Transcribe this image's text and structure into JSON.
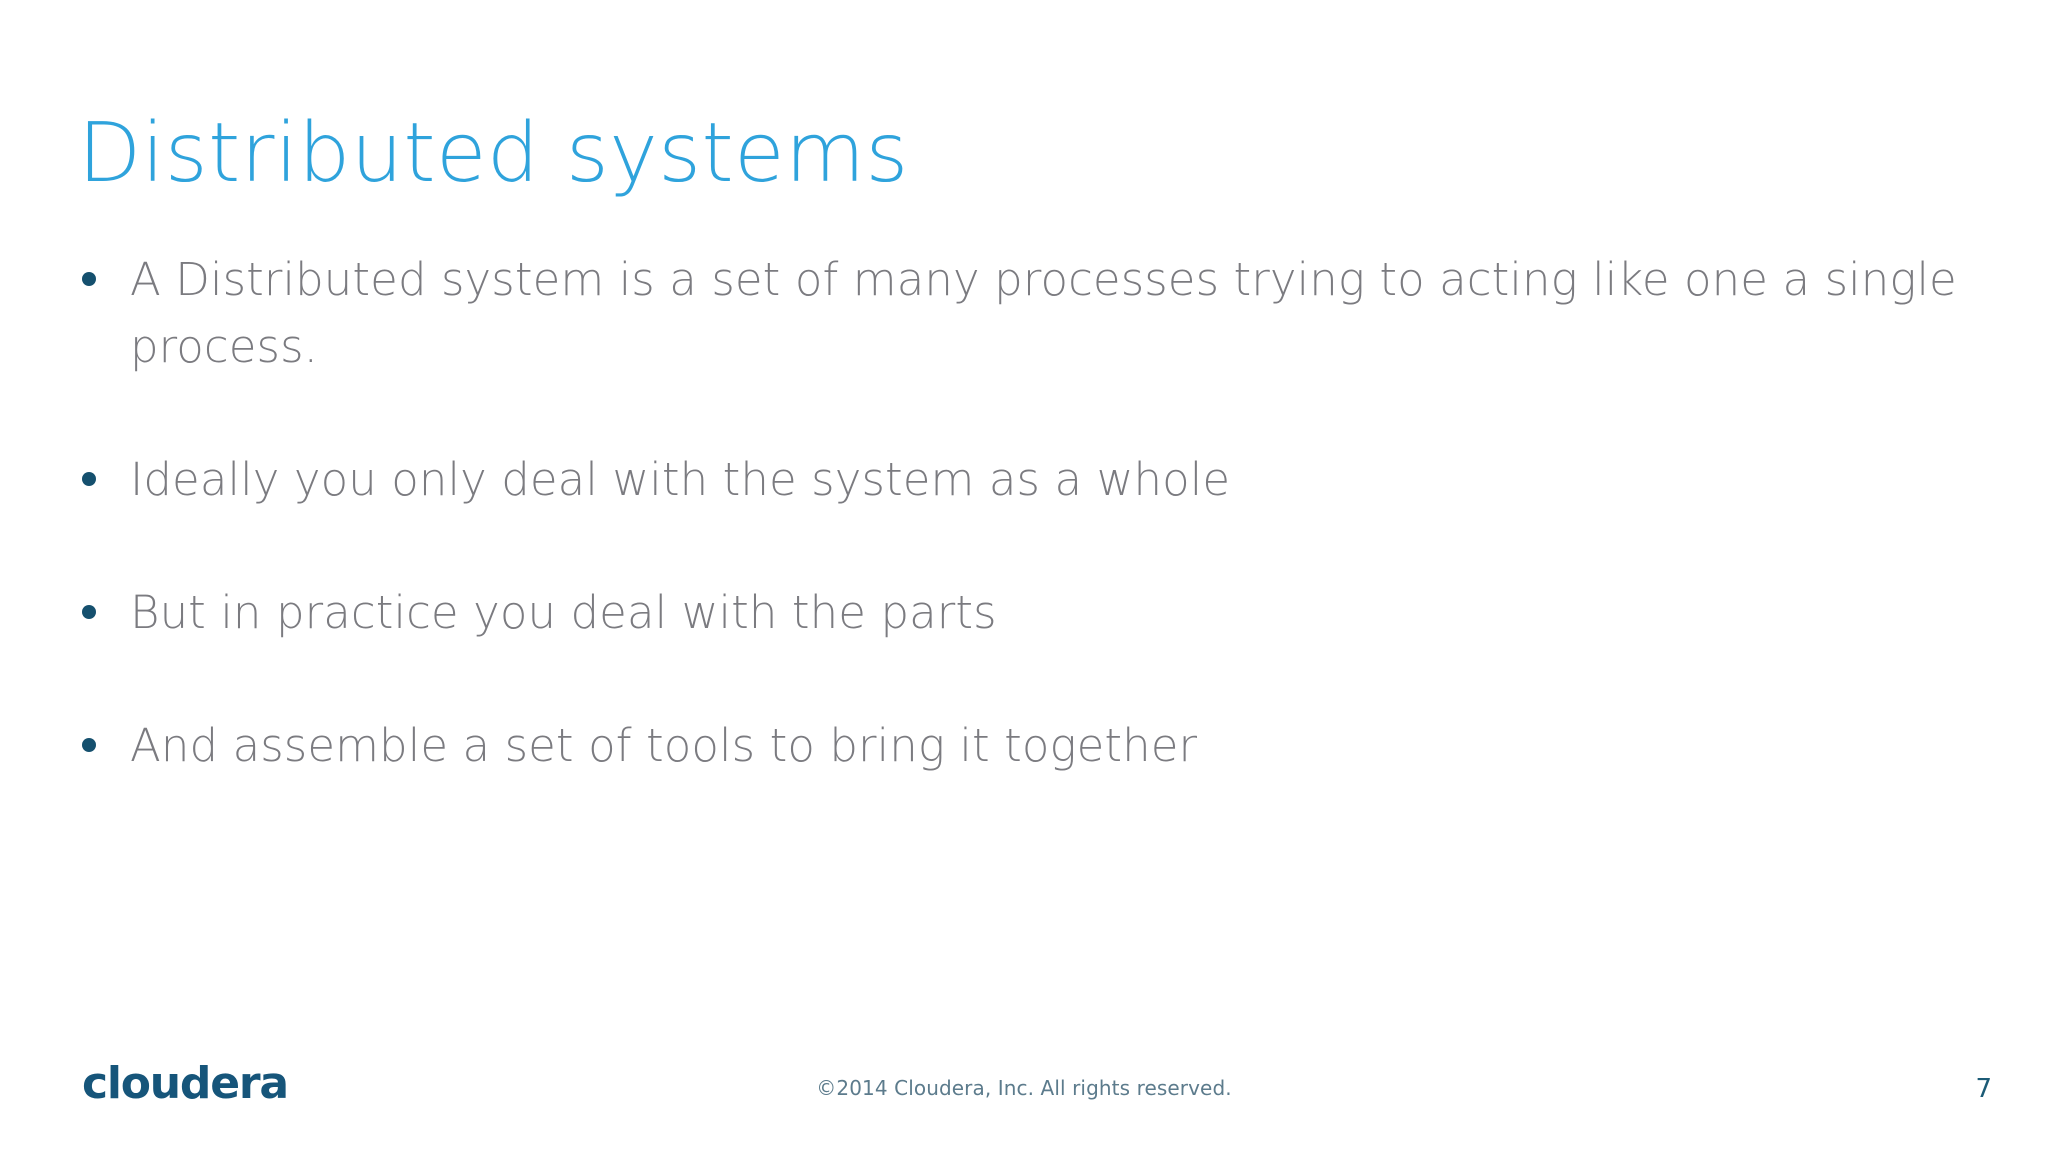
{
  "slide": {
    "title": "Distributed systems",
    "title_color": "#2FA3DC",
    "background_color": "#FFFFFF",
    "body_text_color": "#7B7B80",
    "bullet_marker_color": "#15506E"
  },
  "bullets": [
    {
      "text": "A Distributed system is a set of many processes trying to acting like one a single process."
    },
    {
      "text": "Ideally you only deal with the system as a whole"
    },
    {
      "text": "But in practice you deal with the parts"
    },
    {
      "text": "And assemble a set of tools to bring it together"
    }
  ],
  "footer": {
    "logo_text": "cloudera",
    "logo_color": "#16557A",
    "copyright": "©2014 Cloudera, Inc. All rights reserved.",
    "copyright_color": "#5C7B8C",
    "page_number": "7",
    "page_number_color": "#1C5B76"
  }
}
